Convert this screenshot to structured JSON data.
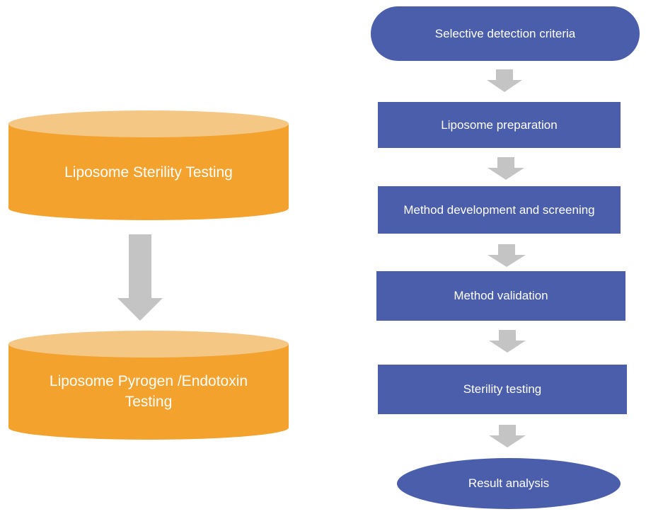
{
  "colors": {
    "cylinder_body": "#F2A22D",
    "cylinder_top": "#F4C785",
    "flow_box": "#4A5EAB",
    "arrow": "#C4C4C4",
    "text": "#FFFFFF"
  },
  "left": {
    "sterility_cylinder": "Liposome Sterility Testing",
    "pyrogen_cylinder": "Liposome Pyrogen /Endotoxin Testing"
  },
  "flow": {
    "start": "Selective detection criteria",
    "step1": "Liposome preparation",
    "step2": "Method development and screening",
    "step3": "Method validation",
    "step4": "Sterility testing",
    "end": "Result analysis"
  }
}
